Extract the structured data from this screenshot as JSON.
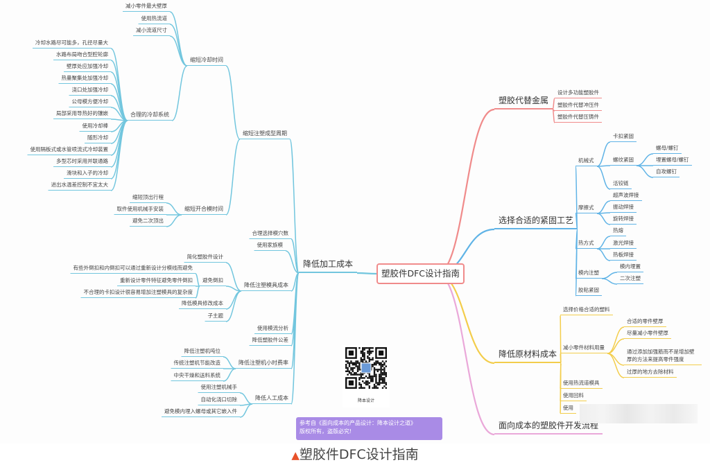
{
  "map": {
    "center": "塑胶件DFC设计指南",
    "processing": {
      "label": "降低加工成本",
      "cycle": {
        "label": "缩短注塑成型周期",
        "cooling": {
          "label": "缩短冷却时间",
          "items": [
            "减小零件最大壁厚",
            "使用热流道",
            "减小流道尺寸"
          ],
          "system": {
            "label": "合理的冷却系统",
            "items": [
              "冷却水路尽可能多，孔径尽量大",
              "水路布局吻合型腔轮廓",
              "壁厚处应加强冷却",
              "热量聚集处加强冷却",
              "浇口处加强冷却",
              "公母模方便冷却",
              "局部采用导热好的镶嵌",
              "使用冷却棒",
              "随形冷却",
              "使用隔板式或水管喷流式冷却装置",
              "多型芯时采用并联通路",
              "滑块和入子的冷却",
              "进出水温差控制不宜太大"
            ]
          }
        },
        "open_close": {
          "label": "缩短开合模时间",
          "items": [
            "缩短顶出行程",
            "取件使用机械手安装",
            "避免二次顶出"
          ]
        }
      },
      "cavity": "合理选择模穴数",
      "family": "使用家族模",
      "mold_cost": {
        "label": "降低注塑模具成本",
        "simplify": "简化塑胶件设计",
        "undercut": {
          "label": "避免倒扣",
          "items": [
            "有些外倒扣和内倒扣可以通过重新设计分模线而避免",
            "重新设计零件特征避免零件倒扣",
            "不合理的卡扣设计很容易增加注塑模具的复杂度"
          ]
        },
        "modify": "降低模具修改成本",
        "sub": "子主题"
      },
      "flow": "使用模流分析",
      "tolerance": "降低塑胶件公差",
      "machine_rate": {
        "label": "降低注塑机小时费率",
        "items": [
          "降低注塑机吨位",
          "传统注塑机节能改造",
          "中央干燥和送料系统"
        ]
      },
      "labor": {
        "label": "降低人工成本",
        "items": [
          "使用注塑机械手",
          "自动化浇口切除",
          "避免模内埋入螺母或其它嵌入件"
        ]
      }
    },
    "metal": {
      "label": "塑胶代替金属",
      "items": [
        "设计多功能塑胶件",
        "塑胶件代替冲压件",
        "塑胶件代替压铸件"
      ]
    },
    "fastening": {
      "label": "选择合适的紧固工艺",
      "mechanical": {
        "label": "机械式",
        "snap": "卡扣紧固",
        "thread": {
          "label": "螺纹紧固",
          "items": [
            "螺母/螺钉",
            "埋置螺母/螺钉",
            "自攻螺钉"
          ]
        },
        "hinge": "活铰链"
      },
      "friction": {
        "label": "摩擦式",
        "items": [
          "超声波焊接",
          "振动焊接",
          "旋转焊接"
        ]
      },
      "thermal": {
        "label": "热方式",
        "items": [
          "热熔",
          "激光焊接",
          "热板焊接"
        ]
      },
      "insert_molding": {
        "label": "模内注塑",
        "items": [
          "模内埋置",
          "二次注塑"
        ]
      },
      "adhesive": "胶粘紧固"
    },
    "material": {
      "label": "降低原材料成本",
      "price": "选择价格合适的塑料",
      "reduce": {
        "label": "减小零件材料用量",
        "items": [
          "合适的零件壁厚",
          "尽量减小零件壁厚",
          "通过添加加强筋而不是增加壁厚的方法来提高零件强度",
          "过厚的地方去除材料"
        ]
      },
      "hot_runner": "使用热流道模具",
      "regrind": "使用回料",
      "other": "使用"
    },
    "process": {
      "label": "面向成本的塑胶件开发流程"
    }
  },
  "qr": {
    "label": "降本设计"
  },
  "note": {
    "line1": "参考自《面向成本的产品设计：降本设计之道》",
    "line2": "版权所有，盗版必究!"
  },
  "caption": {
    "marker": "▲",
    "title": "塑胶件DFC设计指南"
  },
  "colors": {
    "processing": "#72c6de",
    "metal": "#f08b8b",
    "fastening": "#5fb3e6",
    "material": "#f3cd4b",
    "process": "#eaa8d9"
  }
}
